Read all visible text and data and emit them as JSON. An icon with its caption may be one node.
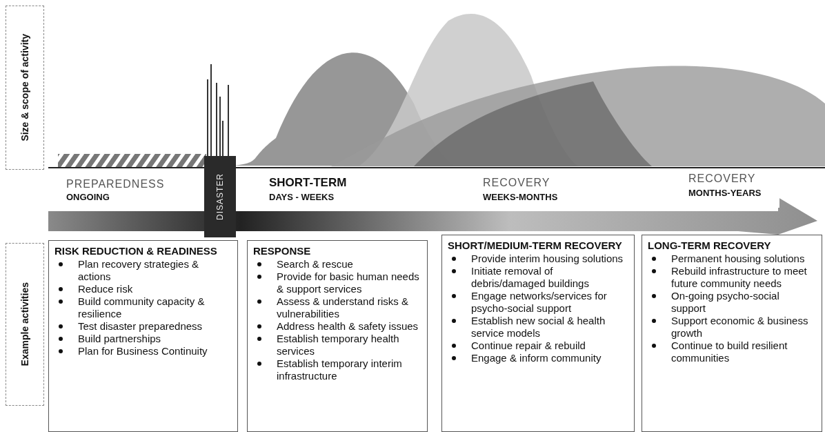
{
  "diagram": {
    "nodes": [
      {
        "text": [
          "Size & scope of activity"
        ]
      },
      {
        "text": [
          "DISASTER"
        ]
      },
      {
        "text": [
          "Example activities"
        ]
      },
      {
        "text": [
          "RISK REDUCTION & READINESS",
          "Plan recovery strategies & actions",
          "Reduce risk",
          "Build community capacity & resilience",
          "Test disaster preparedness",
          "Build partnerships",
          "Plan for Business Continuity"
        ]
      },
      {
        "text": [
          "RESPONSE",
          "Search & rescue",
          "Provide for basic human needs & support services",
          "Assess & understand risks & vulnerabilities",
          "Address health & safety issues",
          "Establish temporary health services",
          "Establish temporary interim infrastructure"
        ]
      },
      {
        "text": [
          "SHORT/MEDIUM-TERM RECOVERY",
          "Provide interim housing solutions",
          "Initiate removal of debris/damaged buildings",
          "Engage networks/services for psycho-social support",
          "Establish new social & health service models",
          "Continue repair & rebuild",
          "Engage & inform community"
        ]
      },
      {
        "text": [
          "LONG-TERM RECOVERY",
          "Permanent housing solutions",
          "Rebuild infrastructure to meet future community needs",
          "On-going psycho-social support",
          "Support economic & business growth",
          "Continue to build resilient communities"
        ]
      }
    ],
    "edges": [],
    "labels": [
      "PREPAREDNESS",
      "ONGOING",
      "SHORT-TERM",
      "DAYS - WEEKS",
      "RECOVERY",
      "WEEKS-MONTHS",
      "RECOVERY",
      "MONTHS-YEARS"
    ]
  }
}
